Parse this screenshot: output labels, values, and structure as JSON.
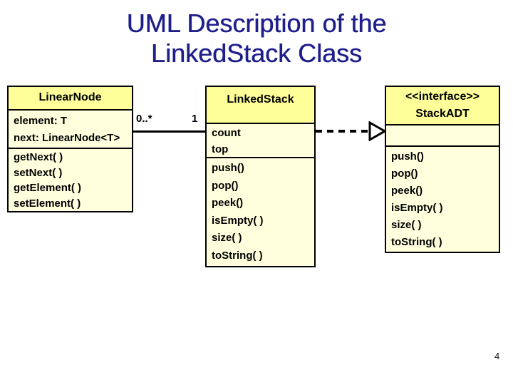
{
  "slide": {
    "title_line1": "UML Description of the",
    "title_line2": "LinkedStack Class",
    "page_number": "4"
  },
  "colors": {
    "title_text": "#1F1F8C",
    "class_header_fill": "#FFFF99",
    "class_body_fill": "#FFFFDE",
    "line_color": "#000000"
  },
  "diagram": {
    "classes": [
      {
        "name": "LinearNode",
        "attributes": [
          "element: T",
          "next: LinearNode<T>"
        ],
        "methods": [
          "getNext( )",
          "setNext( )",
          "getElement( )",
          "setElement( )"
        ]
      },
      {
        "name": "LinkedStack",
        "attributes": [
          "count",
          "top"
        ],
        "methods": [
          "push()",
          "pop()",
          "peek()",
          "isEmpty( )",
          "size( )",
          "toString( )"
        ]
      },
      {
        "name": "StackADT",
        "stereotype": "<<interface>>",
        "attributes": [],
        "methods": [
          "push()",
          "pop()",
          "peek()",
          "isEmpty( )",
          "size( )",
          "toString( )"
        ]
      }
    ],
    "association": {
      "multiplicity_near_linearnode": "0..*",
      "multiplicity_near_linkedstack": "1"
    }
  }
}
